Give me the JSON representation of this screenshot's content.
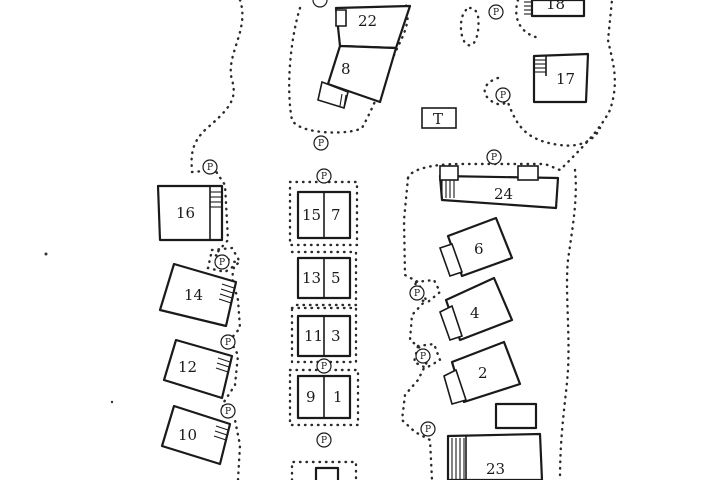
{
  "map": {
    "units": {
      "u1": "1",
      "u2": "2",
      "u3": "3",
      "u4": "4",
      "u5": "5",
      "u6": "6",
      "u7": "7",
      "u8": "8",
      "u9": "9",
      "u10": "10",
      "u11": "11",
      "u12": "12",
      "u13": "13",
      "u14": "14",
      "u15": "15",
      "u16": "16",
      "u17": "17",
      "u18": "18",
      "u22": "22",
      "u23": "23",
      "u24": "24"
    },
    "t_marker": "T",
    "parking_symbol": "P"
  }
}
